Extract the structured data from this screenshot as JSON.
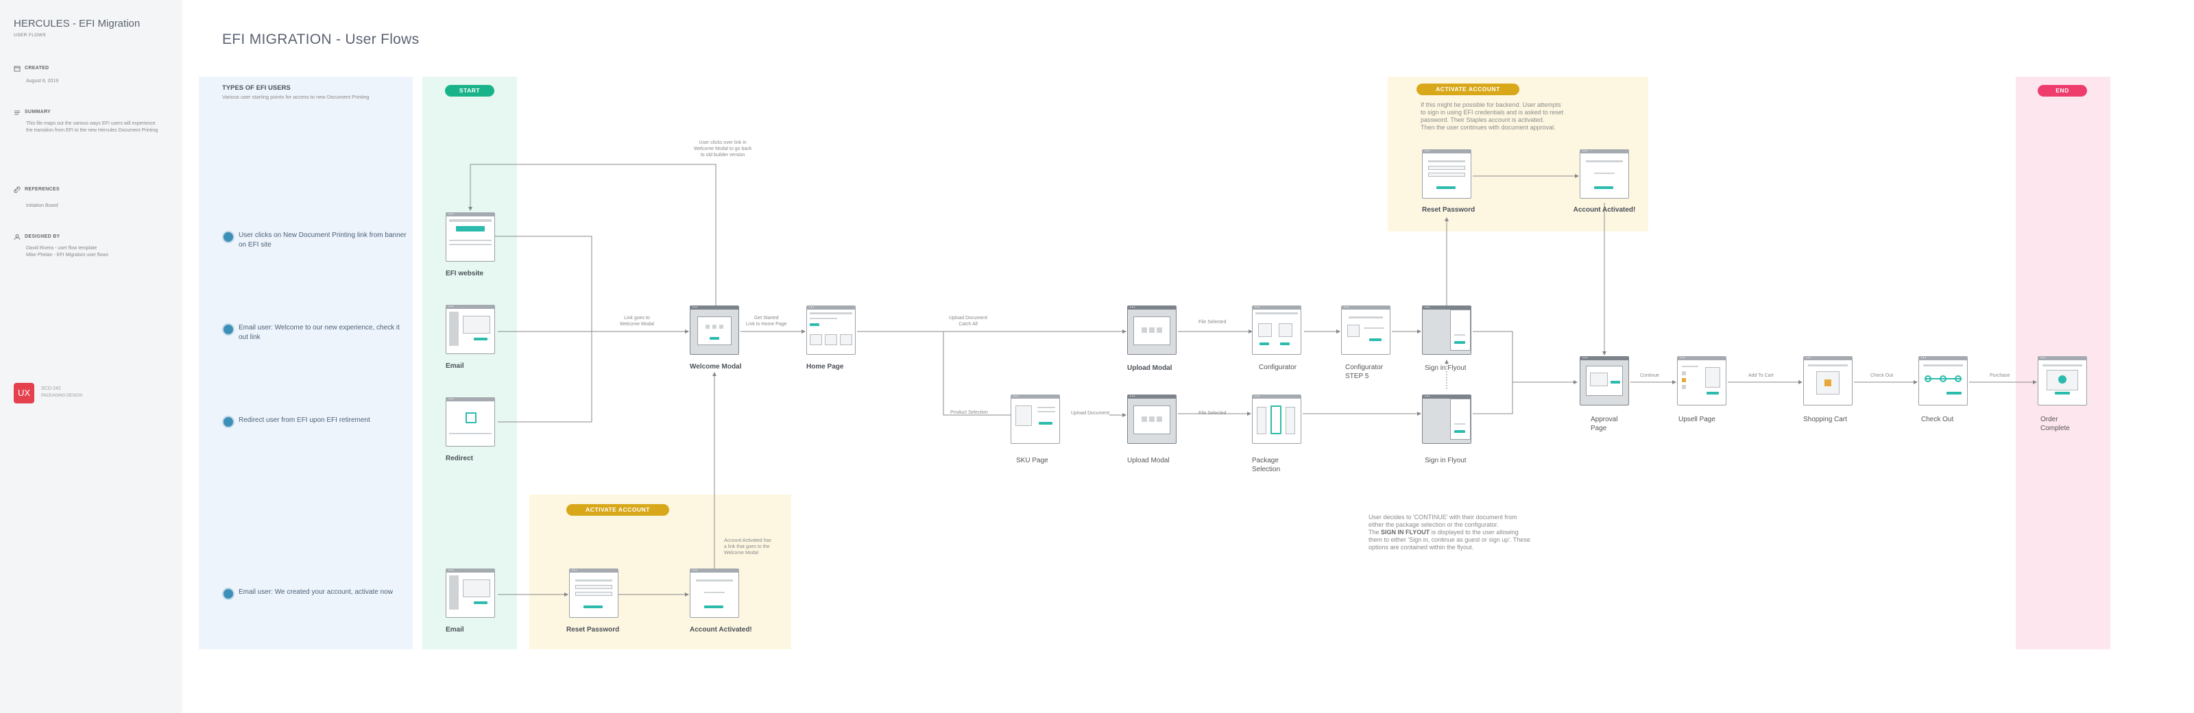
{
  "sidebar": {
    "title": "HERCULES - EFI Migration",
    "subtitle": "USER FLOWS",
    "created_label": "CREATED",
    "created_value": "August 6, 2019",
    "summary_label": "SUMMARY",
    "summary_text": "This file maps out the various ways EFI users will experience the transition from EFI to the new Hercules Document Printing",
    "references_label": "REFERENCES",
    "references_value": "Initiation Board",
    "designed_label": "DESIGNED BY",
    "designed_1": "David Rivera - user flow template",
    "designed_2": "Mike Phelan - EFI Migration user flows",
    "badge": "UX",
    "team_1": "SCD-242",
    "team_2": "PACKAGING DESIGN"
  },
  "page_title": "EFI MIGRATION - User Flows",
  "colors": {
    "blue_band": "#eef4fb",
    "start_band": "#e6f8f1",
    "yellow_band": "#fdf7e2",
    "pink_band": "#fde6ee",
    "start_pill": "#19b38a",
    "end_pill": "#ee3c6d",
    "activate_pill": "#d8a81a",
    "teal": "#2bbbad"
  },
  "types": {
    "title": "TYPES OF EFI USERS",
    "subtitle": "Various user starting points for access to new Document Printing",
    "users": [
      "User clicks on New Document Printing link from banner on EFI site",
      "Email user: Welcome to our new experience, check it out link",
      "Redirect user from EFI upon EFI retirement",
      "Email user: We created your account, activate now"
    ]
  },
  "pills": {
    "start": "START",
    "end": "END",
    "activate_top": "ACTIVATE ACCOUNT",
    "activate_bottom": "ACTIVATE ACCOUNT"
  },
  "nodes": {
    "efi_website": "EFI website",
    "email": "Email",
    "redirect": "Redirect",
    "email_bottom": "Email",
    "welcome_modal": "Welcome Modal",
    "home_page": "Home Page",
    "upload_modal_top": "Upload Modal",
    "configurator": "Configurator",
    "configurator_step5_a": "Configurator",
    "configurator_step5_b": "STEP 5",
    "sign_in_flyout_top": "Sign in Flyout",
    "sku_page": "SKU Page",
    "upload_modal_bottom": "Upload Modal",
    "package_selection_a": "Package",
    "package_selection_b": "Selection",
    "sign_in_flyout_bottom": "Sign in Flyout",
    "reset_password_top": "Reset Password",
    "account_activated_top": "Account Activated!",
    "reset_password_bottom": "Reset Password",
    "account_activated_bottom": "Account Activated!",
    "approval_a": "Approval",
    "approval_b": "Page",
    "upsell": "Upsell Page",
    "cart": "Shopping Cart",
    "checkout": "Check Out",
    "order_a": "Order",
    "order_b": "Complete"
  },
  "edges": {
    "back_1": "User clicks over link in",
    "back_2": "Welcome Modal to go back",
    "back_3": "to old builder version",
    "link_goes_1": "Link goes to",
    "link_goes_2": "Welcome Modal",
    "get_started_1": "Get Started",
    "get_started_2": "Link to Home Page",
    "upload_cta_1": "Upload Document",
    "upload_cta_2": "Catch All",
    "product_selection": "Product Selection",
    "upload_document": "Upload Document",
    "file_selected_top": "File Selected",
    "file_selected_bottom": "File Selected",
    "continue": "Continue",
    "add_to_cart": "Add To Cart",
    "check_out": "Check Out",
    "purchase": "Purchase",
    "activated_1": "Account Activated has",
    "activated_2": "a link that goes to the",
    "activated_3": "Welcome Modal"
  },
  "notes": {
    "activate_1": "If this might be possible for backend. User attempts",
    "activate_2": "to sign in using EFI credentials and is asked to reset",
    "activate_3": "password. Their Staples account is activated.",
    "activate_4": "Then the user continues with document approval.",
    "continue_1": "User decides to 'CONTINUE' with their document from",
    "continue_2": "either the package selection or the configurator.",
    "continue_3a": "The ",
    "continue_3b": "SIGN IN FLYOUT",
    "continue_3c": " is displayed to the user allowing",
    "continue_4": "them to either 'Sign in, continue as guest or sign up'. These",
    "continue_5": "options are contained within the flyout."
  }
}
